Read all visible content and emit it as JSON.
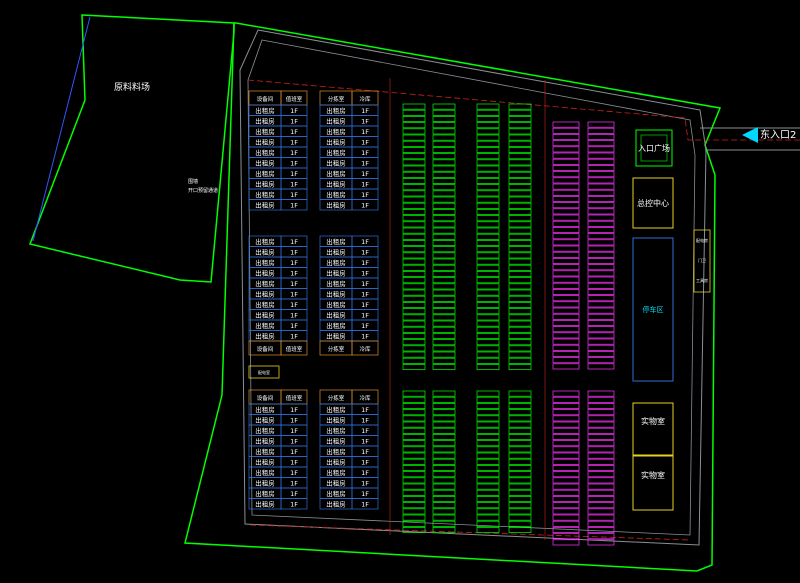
{
  "labels": {
    "raw_yard": "原料料场",
    "note_line1": "围墙",
    "note_line2": "开口预留通道",
    "entrance": "东入口2",
    "entrance_plaza": "入口广场",
    "control_center": "总控中心",
    "parking": "停车区",
    "lab_1": "实物室",
    "lab_2": "实物室",
    "right_small": [
      "配电房",
      "门卫",
      "工具房"
    ],
    "corner_small": "配电室"
  },
  "blocks": {
    "header": [
      "设备间",
      "值班室",
      "分拣室",
      "冷库"
    ],
    "cell_a": "出租房",
    "cell_b": "1F",
    "row_count": 11
  },
  "colors": {
    "boundary": "#00ff00",
    "road": "#9aa0a6",
    "redline": "#cc2222",
    "blue": "#2f6fd6",
    "white_text": "#ffffff",
    "orange": "#e0902a",
    "green_cell": "#00ff00",
    "magenta_cell": "#ff33ff",
    "yellow": "#e8d020",
    "cyan": "#00e5ff",
    "arrow": "#00d8ff"
  }
}
